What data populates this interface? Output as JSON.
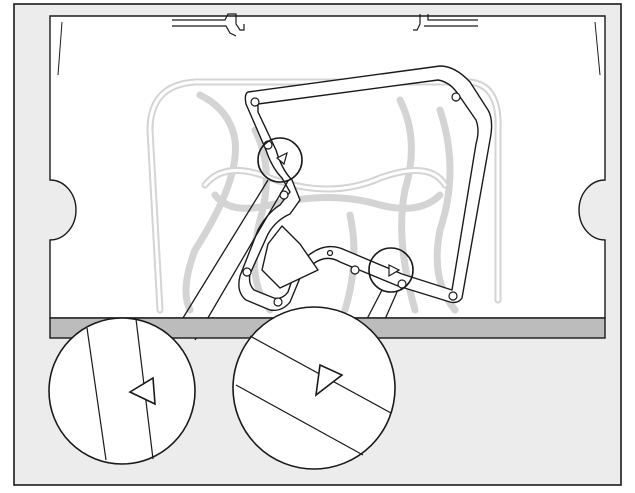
{
  "figure": {
    "subject": "oven-interior-with-grease-filter-frame",
    "callouts": [
      {
        "name": "left-detail-marker",
        "shape": "triangle-arrow-left"
      },
      {
        "name": "right-detail-marker",
        "shape": "triangle-arrow-right"
      }
    ],
    "colors": {
      "outline": "#1a1a1a",
      "background": "#ececec",
      "cavity": "#ffffff",
      "ghost_element": "#d6d6d6",
      "tray": "#bcbcbc"
    }
  }
}
